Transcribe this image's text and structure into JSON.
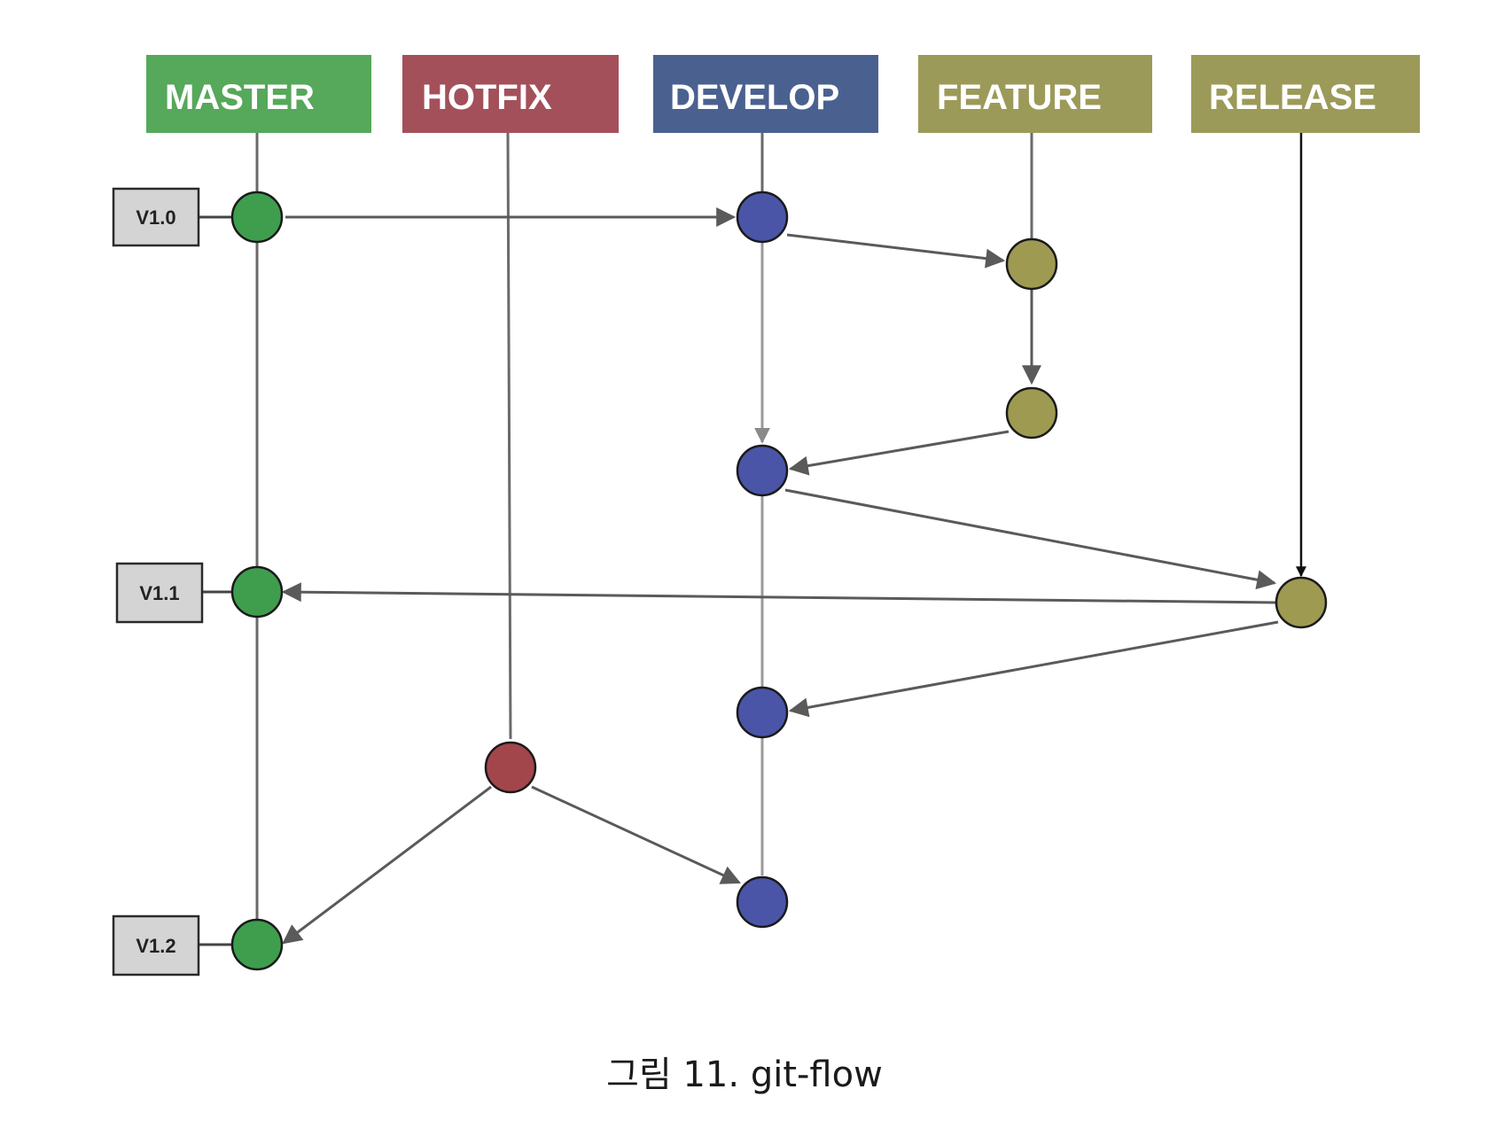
{
  "branches": [
    {
      "id": "master",
      "label": "MASTER",
      "color": "#56a85a"
    },
    {
      "id": "hotfix",
      "label": "HOTFIX",
      "color": "#a3505a"
    },
    {
      "id": "develop",
      "label": "DEVELOP",
      "color": "#4a6190"
    },
    {
      "id": "feature",
      "label": "FEATURE",
      "color": "#9c9a58"
    },
    {
      "id": "release",
      "label": "RELEASE",
      "color": "#9c9a58"
    }
  ],
  "node_colors": {
    "master": "#3e9e4e",
    "hotfix": "#a3464c",
    "develop": "#4a55a8",
    "feature": "#9e9a52",
    "release": "#9e9a52"
  },
  "tags": [
    {
      "label": "V1.0",
      "commit": "m1"
    },
    {
      "label": "V1.1",
      "commit": "m2"
    },
    {
      "label": "V1.2",
      "commit": "m3"
    }
  ],
  "commits": [
    {
      "id": "m1",
      "branch": "master"
    },
    {
      "id": "d1",
      "branch": "develop"
    },
    {
      "id": "f1",
      "branch": "feature"
    },
    {
      "id": "f2",
      "branch": "feature"
    },
    {
      "id": "d2",
      "branch": "develop"
    },
    {
      "id": "r1",
      "branch": "release"
    },
    {
      "id": "m2",
      "branch": "master"
    },
    {
      "id": "d3",
      "branch": "develop"
    },
    {
      "id": "h1",
      "branch": "hotfix"
    },
    {
      "id": "d4",
      "branch": "develop"
    },
    {
      "id": "m3",
      "branch": "master"
    }
  ],
  "edges": [
    {
      "from": "m1",
      "to": "d1"
    },
    {
      "from": "d1",
      "to": "f1"
    },
    {
      "from": "f1",
      "to": "f2"
    },
    {
      "from": "d1",
      "to": "d2"
    },
    {
      "from": "f2",
      "to": "d2"
    },
    {
      "from": "d2",
      "to": "r1"
    },
    {
      "from": "r1",
      "to": "m2"
    },
    {
      "from": "r1",
      "to": "d3"
    },
    {
      "from": "h1",
      "to": "m3"
    },
    {
      "from": "h1",
      "to": "d4"
    }
  ],
  "caption": "그림 11. git-flow"
}
